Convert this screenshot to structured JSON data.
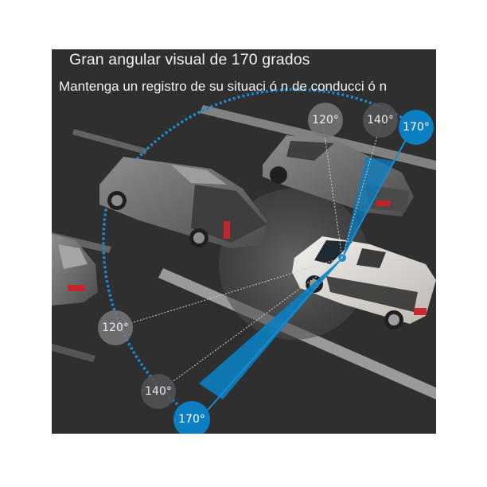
{
  "headline": {
    "title": "Gran angular visual de 170 grados",
    "subtitle": "Mantenga un registro de su situaci ó n de conducci ó n"
  },
  "angle_markers": {
    "front": [
      {
        "label": "120°",
        "style": "grey"
      },
      {
        "label": "140°",
        "style": "dark"
      },
      {
        "label": "170°",
        "style": "blue"
      }
    ],
    "rear": [
      {
        "label": "120°",
        "style": "grey"
      },
      {
        "label": "140°",
        "style": "dark"
      },
      {
        "label": "170°",
        "style": "blue"
      }
    ]
  },
  "colors": {
    "background": "#2f2f30",
    "accent_blue": "#0b7fc1",
    "text": "#f2f2f2",
    "road_marking": "#9a9a9a"
  }
}
